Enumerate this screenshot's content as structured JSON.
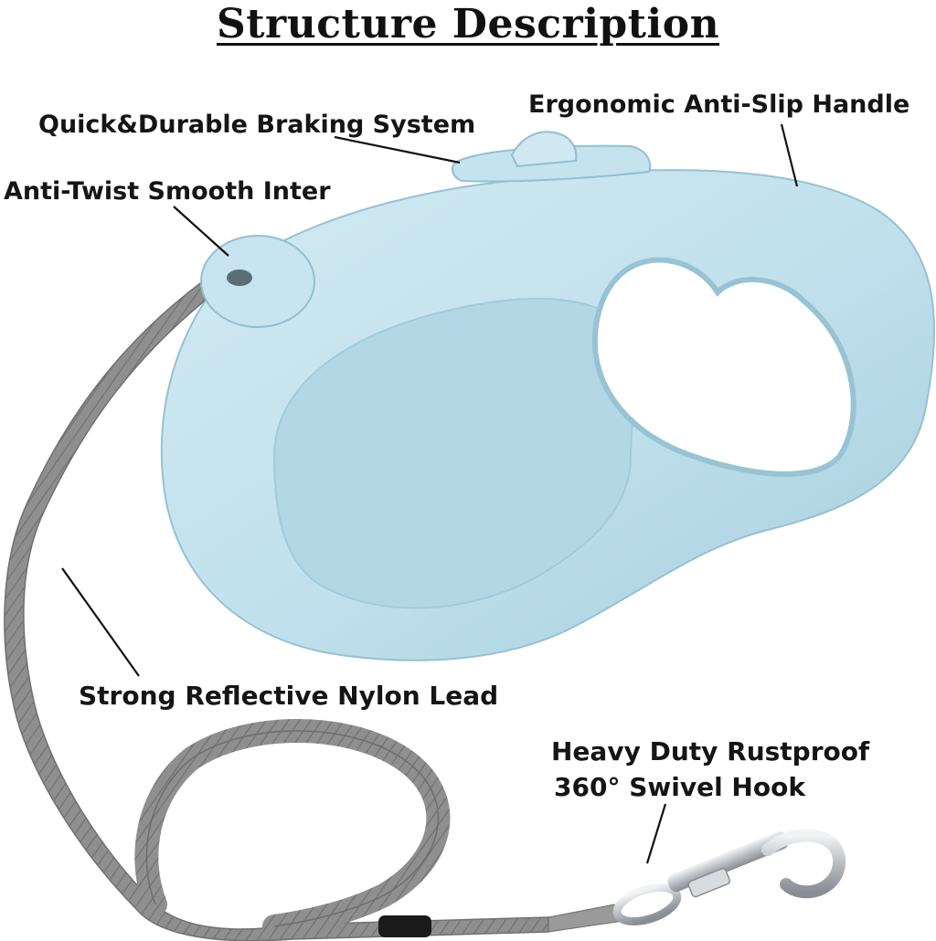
{
  "title": "Structure Description",
  "labels": {
    "braking": "Quick&Durable Braking System",
    "handle": "Ergonomic Anti-Slip Handle",
    "twist": "Anti-Twist Smooth Inter",
    "lead": "Strong Reflective Nylon Lead",
    "hook_line1": "Heavy Duty Rustproof",
    "hook_line2": "360° Swivel Hook"
  },
  "colors": {
    "body": "#bfe0ec",
    "body_shadow": "#a9cfde",
    "lead": "#8c8c8c",
    "lead_dark": "#6e6e6e",
    "metal": "#c9ccd0",
    "text": "#151515"
  }
}
